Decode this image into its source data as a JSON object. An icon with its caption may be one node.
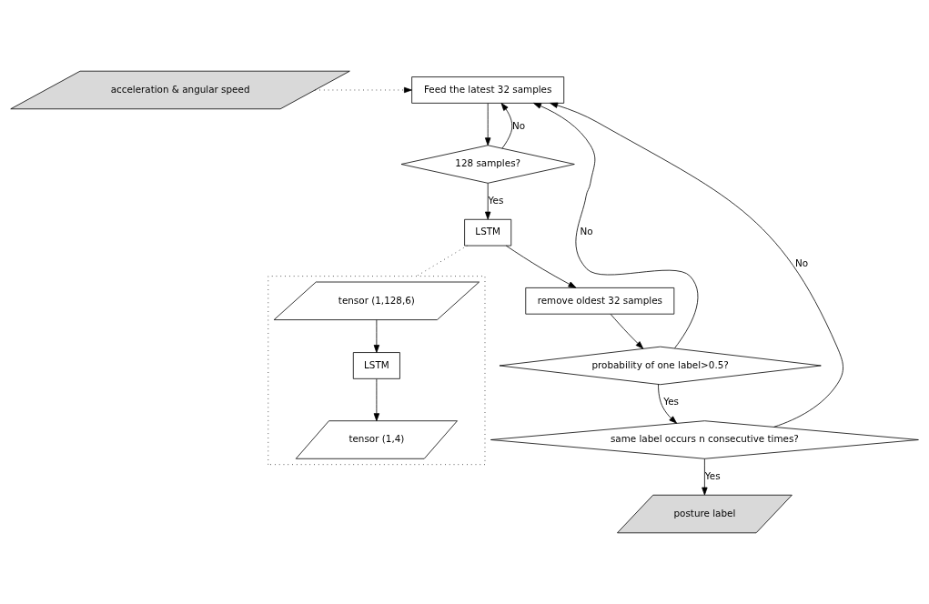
{
  "diagram": {
    "nodes": [
      {
        "text": [
          "Feed the latest 32 samples"
        ]
      },
      {
        "text": [
          "128 samples?"
        ]
      },
      {
        "text": [
          "acceleration & angular speed"
        ]
      },
      {
        "text": [
          "LSTM"
        ]
      },
      {
        "text": [
          "remove oldest 32 samples"
        ]
      },
      {
        "text": [
          "probability of one label>0.5?"
        ]
      },
      {
        "text": [
          "same label occurs n consecutive times?"
        ]
      },
      {
        "text": [
          "posture label"
        ]
      },
      {
        "text": [],
        "shape": "box"
      },
      {
        "text": [
          "tensor (1,128,6)"
        ],
        "in": 8
      },
      {
        "text": [
          "LSTM"
        ],
        "in": 8
      },
      {
        "text": [
          "tensor (1,4)"
        ],
        "in": 8
      }
    ],
    "edges": [
      {
        "from": 1,
        "to": 0,
        "arrow": "to",
        "label": "No"
      },
      {
        "from": 0,
        "to": 1,
        "arrow": "to"
      },
      {
        "from": 2,
        "to": 0,
        "arrow": "to",
        "style": "dashed"
      },
      {
        "from": 1,
        "to": 3,
        "arrow": "to",
        "label": "Yes"
      },
      {
        "from": 3,
        "to": 8,
        "arrow": "none",
        "style": "dashed"
      },
      {
        "from": 9,
        "to": 10,
        "arrow": "to"
      },
      {
        "from": 10,
        "to": 11,
        "arrow": "to"
      },
      {
        "from": 3,
        "to": 4,
        "arrow": "to"
      },
      {
        "from": 4,
        "to": 5,
        "arrow": "to"
      },
      {
        "from": 5,
        "to": 0,
        "arrow": "to",
        "label": "No"
      },
      {
        "from": 5,
        "to": 6,
        "arrow": "to",
        "label": "Yes"
      },
      {
        "from": 6,
        "to": 0,
        "arrow": "to",
        "label": "No"
      },
      {
        "from": 6,
        "to": 7,
        "arrow": "to",
        "label": "Yes"
      }
    ]
  }
}
